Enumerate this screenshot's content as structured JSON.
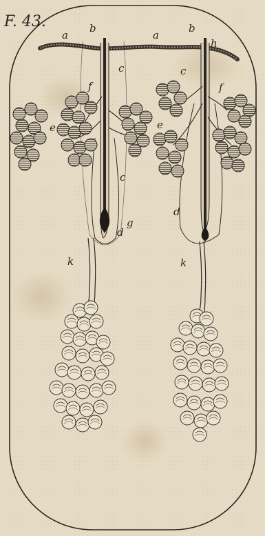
{
  "figure": {
    "title": "F. 43."
  },
  "labels": {
    "a": "a",
    "b": "b",
    "c": "c",
    "d": "d",
    "e": "e",
    "f": "f",
    "g": "g",
    "h": "h",
    "k": "k"
  },
  "colors": {
    "paper": "#e6dcc6",
    "ink": "#2b2620",
    "lobule_fill": "#b9b0a0",
    "duct": "#3a332b"
  }
}
